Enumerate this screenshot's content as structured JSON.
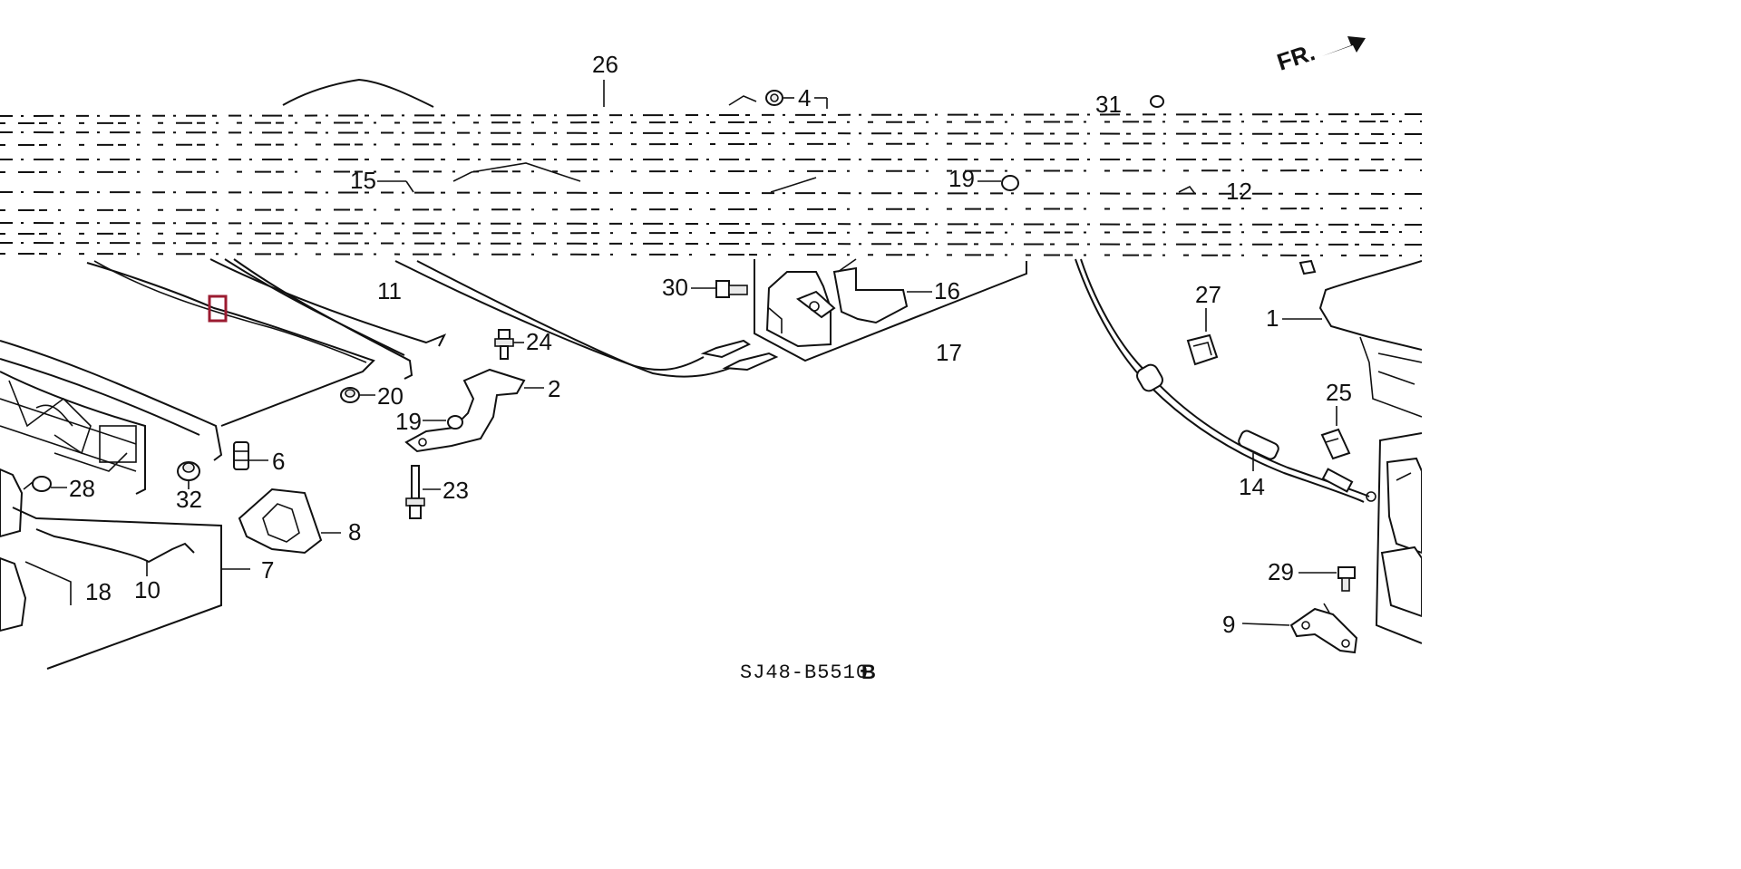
{
  "diagram": {
    "diagram_code": "SJ48-B5510",
    "diagram_code_suffix": "B",
    "direction_label": "FR.",
    "callouts": {
      "c1": "1",
      "c2": "2",
      "c4": "4",
      "c6": "6",
      "c7": "7",
      "c8": "8",
      "c9": "9",
      "c10": "10",
      "c11": "11",
      "c12": "12",
      "c14": "14",
      "c15": "15",
      "c16": "16",
      "c17": "17",
      "c18": "18",
      "c19a": "19",
      "c19b": "19",
      "c20": "20",
      "c23": "23",
      "c24": "24",
      "c25": "25",
      "c26": "26",
      "c27": "27",
      "c28": "28",
      "c29": "29",
      "c30": "30",
      "c31": "31",
      "c32": "32"
    }
  }
}
